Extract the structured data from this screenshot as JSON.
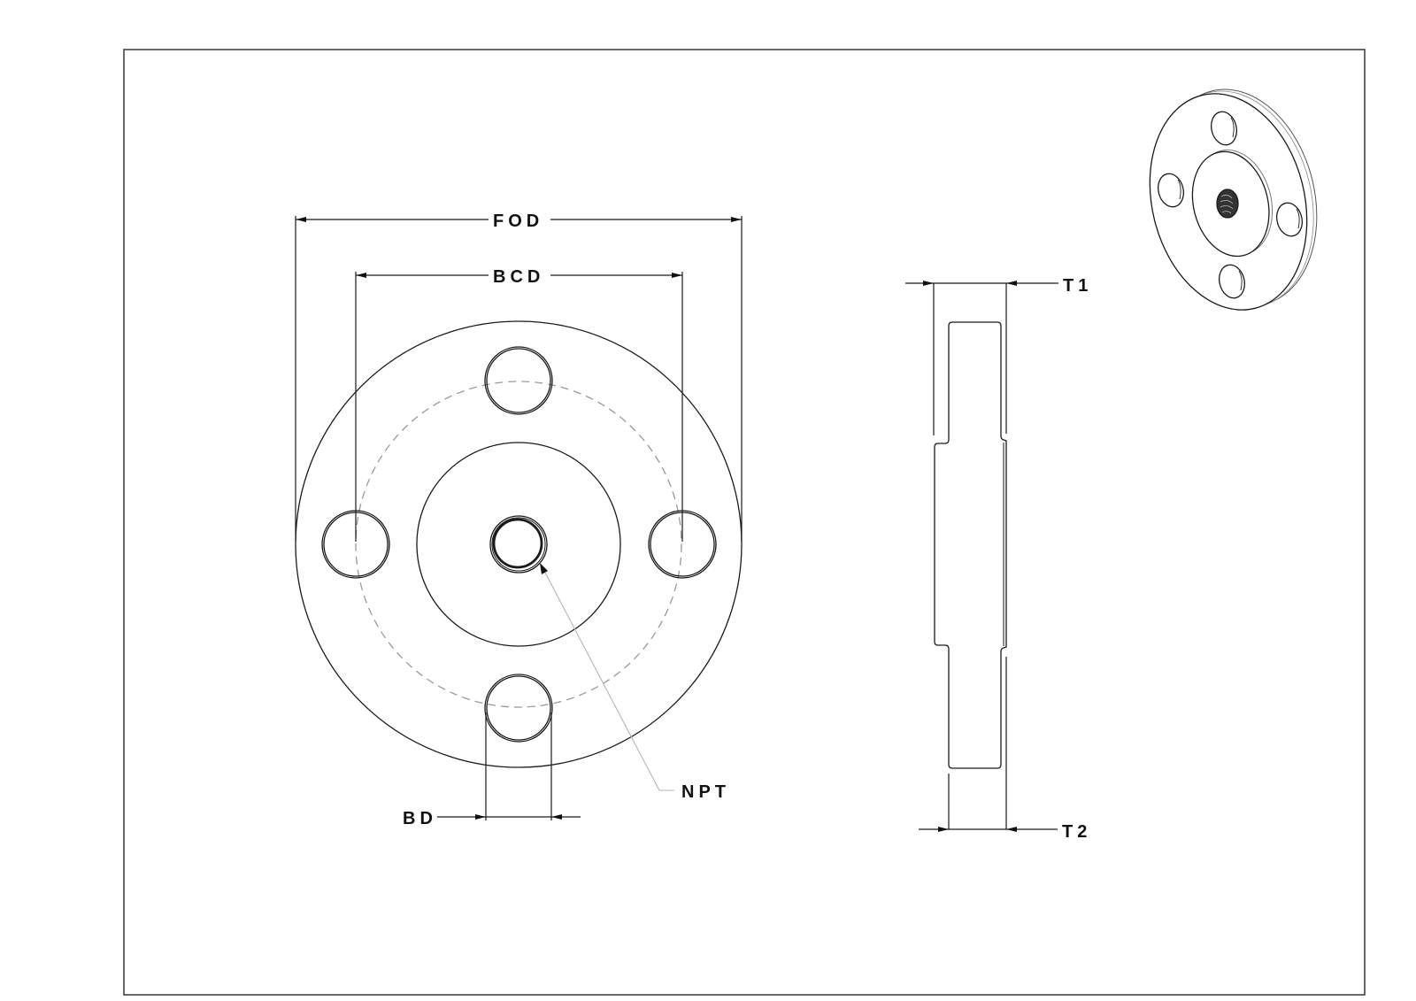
{
  "drawing": {
    "type": "technical-drawing",
    "subject": "threaded flange",
    "colors": {
      "line": "#1a1a1a",
      "hidden": "#9a9a9a",
      "leader": "#b5b5b5",
      "frame": "#444444",
      "background": "#ffffff"
    }
  },
  "front_view": {
    "dimensions": {
      "fod": {
        "label": "FOD"
      },
      "bcd": {
        "label": "BCD"
      },
      "bd": {
        "label": "BD"
      },
      "npt": {
        "label": "NPT"
      }
    },
    "bolt_holes": 4
  },
  "side_view": {
    "dimensions": {
      "t1": {
        "label": "T1"
      },
      "t2": {
        "label": "T2"
      }
    }
  },
  "iso_view": {
    "bolt_holes": 4
  }
}
